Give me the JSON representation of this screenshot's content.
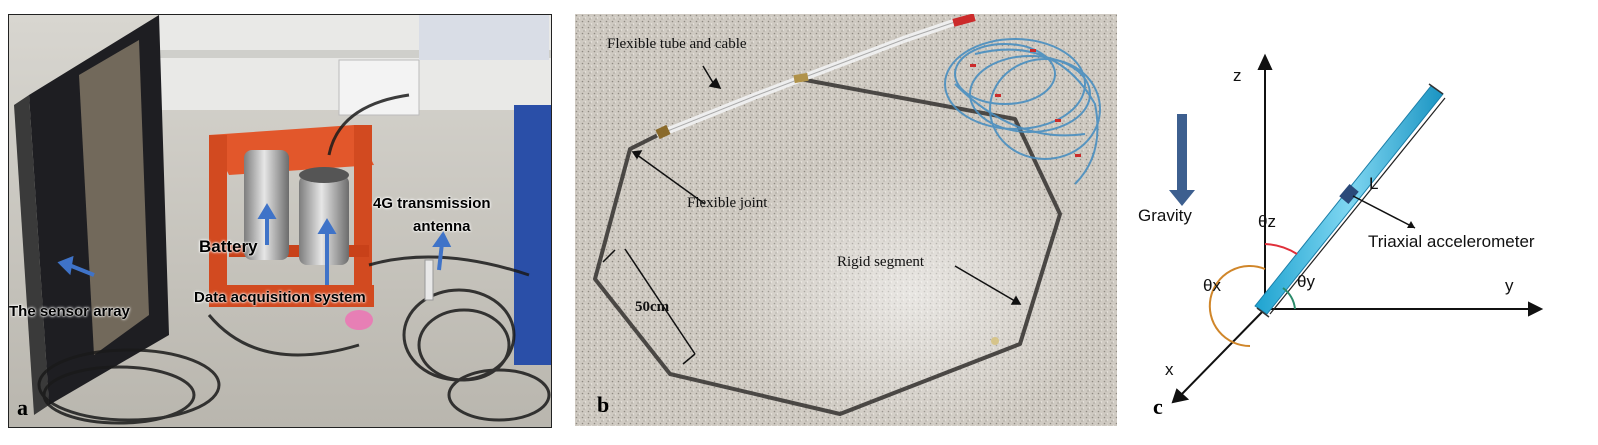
{
  "panel_a": {
    "letter": "a",
    "labels": {
      "antenna": "4G transmission",
      "antenna_2": "antenna",
      "battery": "Battery",
      "daq": "Data acquisition system",
      "sensor_array": "The sensor array"
    }
  },
  "panel_b": {
    "letter": "b",
    "labels": {
      "tube": "Flexible tube and cable",
      "joint": "Flexible joint",
      "segment": "Rigid segment",
      "length": "50cm"
    }
  },
  "panel_c": {
    "letter": "c",
    "labels": {
      "gravity": "Gravity",
      "accelerometer": "Triaxial  accelerometer",
      "length": "L",
      "theta_z": "θz",
      "theta_x": "θx",
      "theta_y": "θy",
      "axis_x": "x",
      "axis_y": "y",
      "axis_z": "z"
    }
  }
}
